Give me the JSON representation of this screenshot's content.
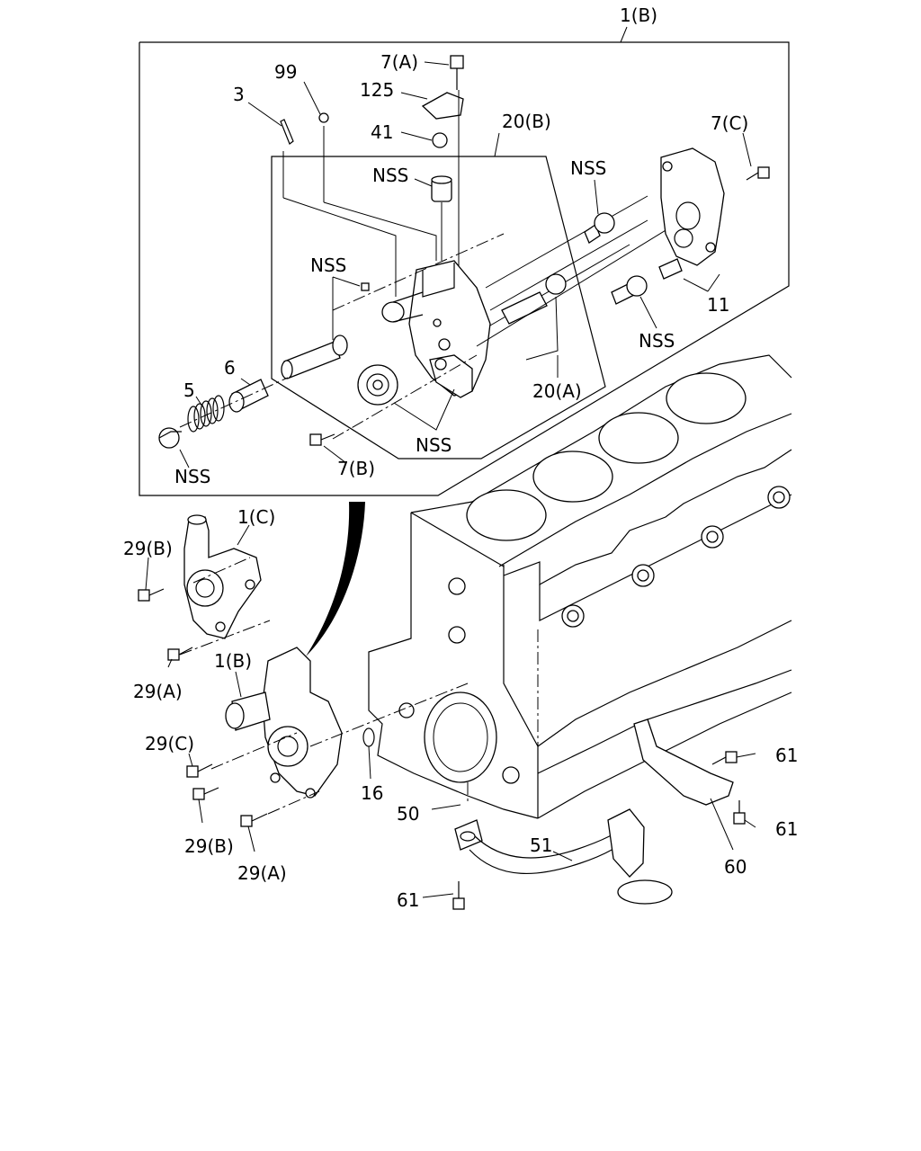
{
  "callouts": {
    "p1b_top": "1(B)",
    "p7a": "7(A)",
    "p125": "125",
    "p99": "99",
    "p3": "3",
    "p41": "41",
    "p20b": "20(B)",
    "p7c": "7(C)",
    "nss_plug": "NSS",
    "nss_gear_upper": "NSS",
    "nss_pin": "NSS",
    "p11": "11",
    "nss_gear_right": "NSS",
    "p20a": "20(A)",
    "p6": "6",
    "p5": "5",
    "nss_drive_gear": "NSS",
    "nss_cap": "NSS",
    "p7b": "7(B)",
    "p1c": "1(C)",
    "p29b_upper": "29(B)",
    "p29a_upper": "29(A)",
    "p1b_lower": "1(B)",
    "p29c": "29(C)",
    "p29b_lower": "29(B)",
    "p29a_lower": "29(A)",
    "p16": "16",
    "p50": "50",
    "p51": "51",
    "p61_left": "61",
    "p60": "60",
    "p61_top": "61",
    "p61_right": "61"
  }
}
